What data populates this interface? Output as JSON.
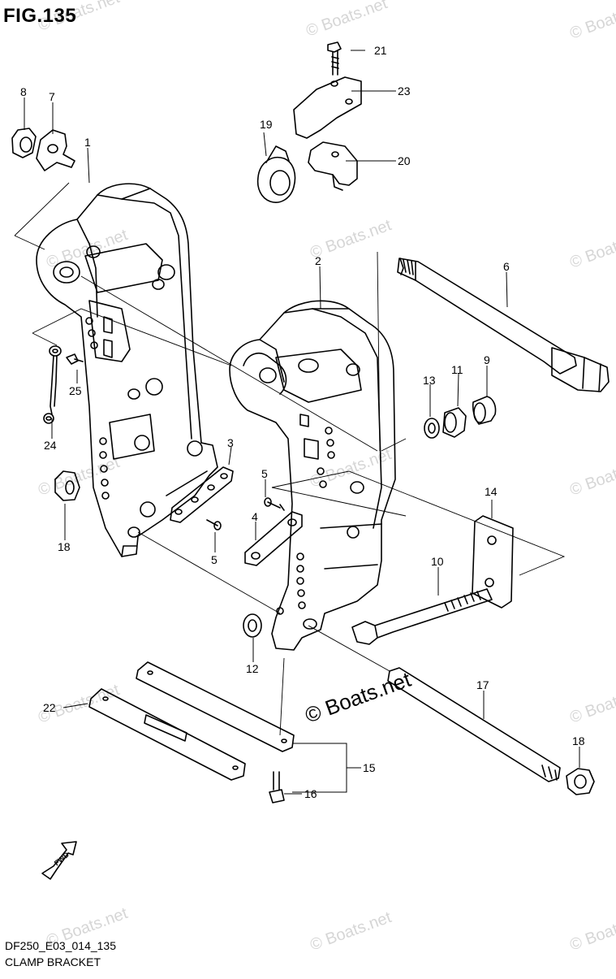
{
  "figure": {
    "title": "FIG.135",
    "code": "DF250_E03_014_135",
    "caption": "CLAMP BRACKET"
  },
  "watermark": {
    "text": "© Boats.net",
    "color": "#d6d6d6"
  },
  "fwd_label": "FWD",
  "callouts": [
    "1",
    "2",
    "3",
    "4",
    "5",
    "5",
    "6",
    "7",
    "8",
    "9",
    "10",
    "11",
    "12",
    "13",
    "14",
    "15",
    "16",
    "17",
    "18",
    "18",
    "19",
    "20",
    "21",
    "22",
    "23",
    "24",
    "25"
  ]
}
